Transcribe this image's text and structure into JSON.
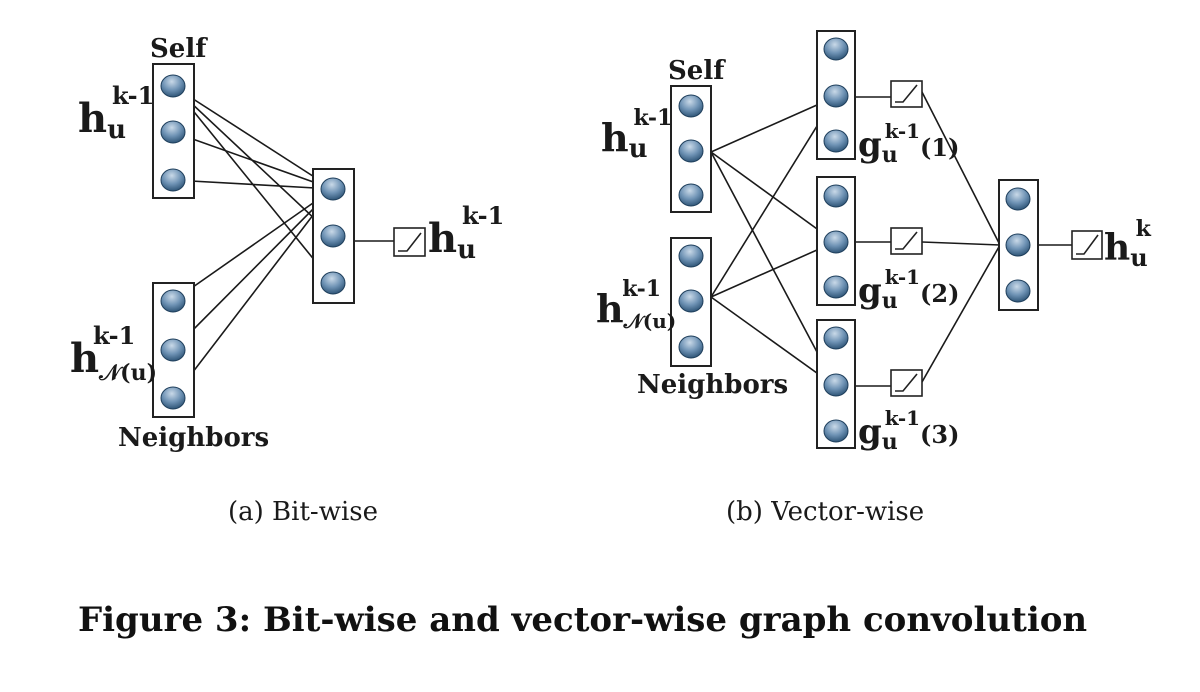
{
  "panel_a": {
    "self_label": "Self",
    "neighbors_label": "Neighbors",
    "self_input": {
      "base": "h",
      "sub": "u",
      "sup": "k-1"
    },
    "neighbor_input": {
      "base": "h",
      "sub": "𝒩(u)",
      "sup": "k-1"
    },
    "output": {
      "base": "h",
      "sub": "u",
      "sup": "k-1"
    },
    "subcaption": "(a)  Bit-wise"
  },
  "panel_b": {
    "self_label": "Self",
    "neighbors_label": "Neighbors",
    "self_input": {
      "base": "h",
      "sub": "u",
      "sup": "k-1"
    },
    "neighbor_input": {
      "base": "h",
      "sub": "𝒩(u)",
      "sup": "k-1"
    },
    "intermediate": [
      {
        "base": "g",
        "sub": "u",
        "sup": "k-1",
        "arg": "(1)"
      },
      {
        "base": "g",
        "sub": "u",
        "sup": "k-1",
        "arg": "(2)"
      },
      {
        "base": "g",
        "sub": "u",
        "sup": "k-1",
        "arg": "(3)"
      }
    ],
    "output": {
      "base": "h",
      "sub": "u",
      "sup": "k"
    },
    "subcaption": "(b)  Vector-wise"
  },
  "caption": "Figure 3: Bit-wise and vector-wise graph convolution",
  "colors": {
    "node_light": "#a9c3dc",
    "node_dark": "#2f5577",
    "stroke": "#1a1a1a"
  }
}
